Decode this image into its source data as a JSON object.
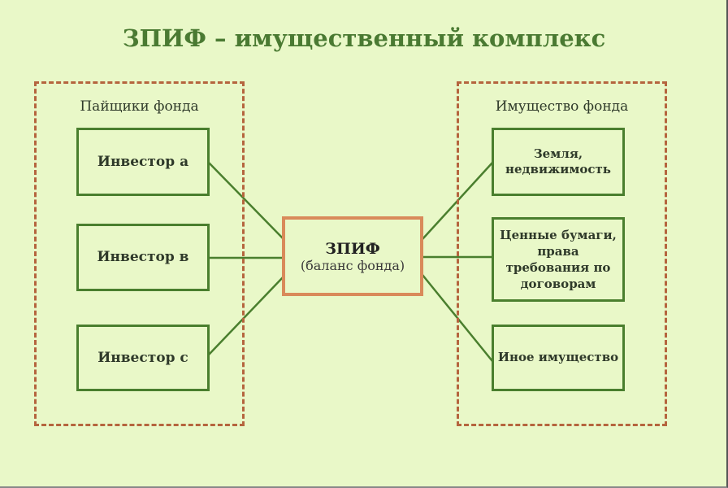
{
  "title": "ЗПИФ – имущественный комплекс",
  "left_group": {
    "label": "Пайщики фонда",
    "items": [
      "Инвестор а",
      "Инвестор в",
      "Инвестор с"
    ]
  },
  "center": {
    "title": "ЗПИФ",
    "subtitle": "(баланс фонда)"
  },
  "right_group": {
    "label": "Имущество фонда",
    "items": [
      "Земля, недвижимость",
      "Ценные бумаги, права требования по договорам",
      "Иное имущество"
    ]
  },
  "colors": {
    "background": "#e9f8c8",
    "node_border": "#4a7f2e",
    "group_border": "#b5653e",
    "center_border": "#d98a5a"
  }
}
